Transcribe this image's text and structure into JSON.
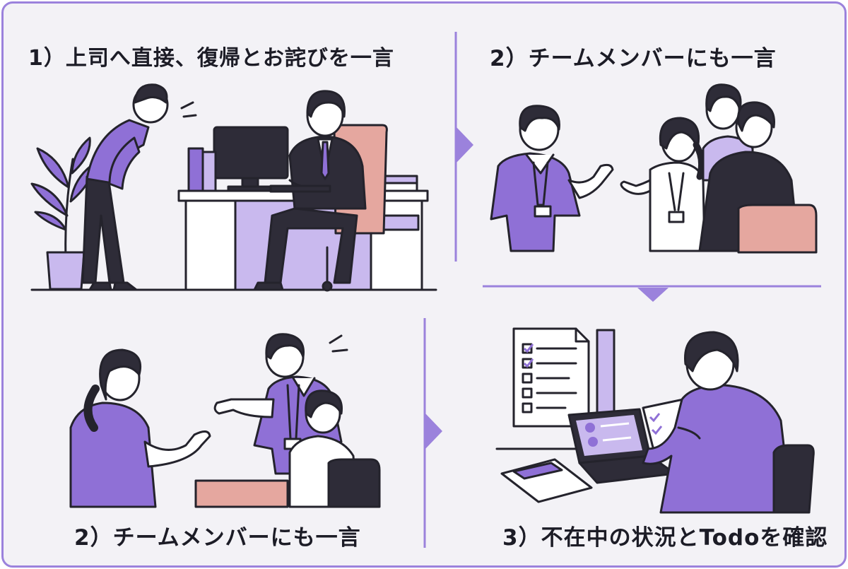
{
  "panels": [
    {
      "id": "p1",
      "title": "1）上司へ直接、復帰とお詫びを一言"
    },
    {
      "id": "p2",
      "title": "2）チームメンバーにも一言"
    },
    {
      "id": "p3",
      "title": "2）チームメンバーにも一言"
    },
    {
      "id": "p4",
      "title": "3）不在中の状況とTodoを確認"
    }
  ],
  "colors": {
    "accent": "#9b82dc",
    "purple_fill": "#8f70d6",
    "light_purple": "#c9b9ee",
    "pink": "#e5a79f",
    "ink": "#24232c",
    "background": "#f3f2f6"
  },
  "icons": [
    "plant-icon",
    "monitor-icon",
    "laptop-icon",
    "checklist-icon",
    "arrow-right-icon",
    "arrow-down-icon"
  ]
}
